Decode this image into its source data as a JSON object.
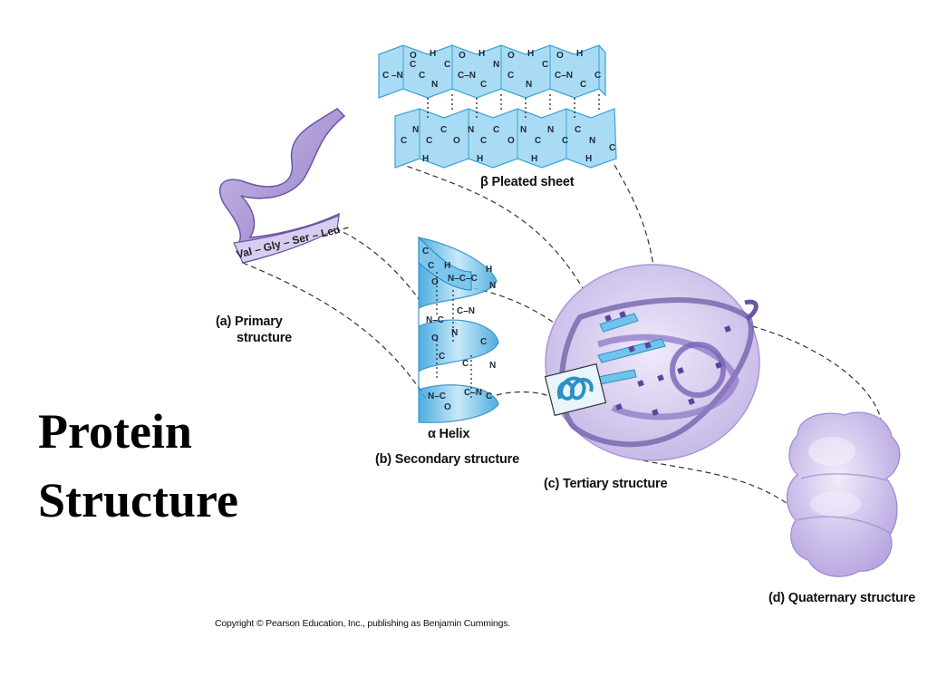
{
  "title": {
    "line1": "Protein",
    "line2": "Structure"
  },
  "labels": {
    "beta_sheet": "β Pleated sheet",
    "alpha_helix": "α Helix",
    "primary": {
      "prefix": "(a)",
      "line1": "Primary",
      "line2": "structure"
    },
    "secondary": "(b) Secondary structure",
    "tertiary": "(c) Tertiary structure",
    "quaternary": "(d) Quaternary structure"
  },
  "primary_sequence": "Val – Gly – Ser – Leu –",
  "copyright": "Copyright © Pearson Education, Inc., publishing as Benjamin Cummings.",
  "colors": {
    "ribbon": "#b9a8dc",
    "ribbon_dark": "#7f68b5",
    "sheet": "#a9dcf4",
    "sheet_edge": "#3aa0d8",
    "helix": "#59b8e6",
    "blob": "#d2c8ec",
    "quaternary": "#cbbdea"
  }
}
